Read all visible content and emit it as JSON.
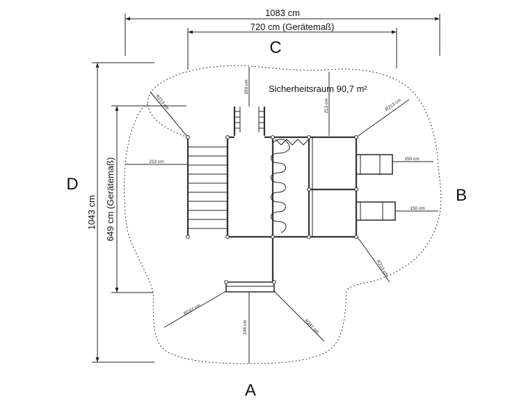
{
  "labels": {
    "side_a": "A",
    "side_b": "B",
    "side_c": "C",
    "side_d": "D"
  },
  "dimensions": {
    "total_width": "1083 cm",
    "device_width": "720 cm (Gerätemaß)",
    "total_depth": "1043 cm",
    "device_depth": "649 cm (Gerätemaß)",
    "safety_area": "Sicherheitsraum  90,7 m²"
  },
  "small_dimensions": {
    "top_150": "150 cm",
    "top_213": "213 cm",
    "radius_top_left": "R213 cm",
    "radius_top_right": "R213 cm",
    "left_213": "213 cm",
    "right_150_upper": "150 cm",
    "right_150_lower": "150 cm",
    "radius_right_lower": "R213 cm",
    "radius_bottom_left": "R247 cm",
    "radius_bottom_right": "R247 cm",
    "bottom_246": "246 cm"
  }
}
